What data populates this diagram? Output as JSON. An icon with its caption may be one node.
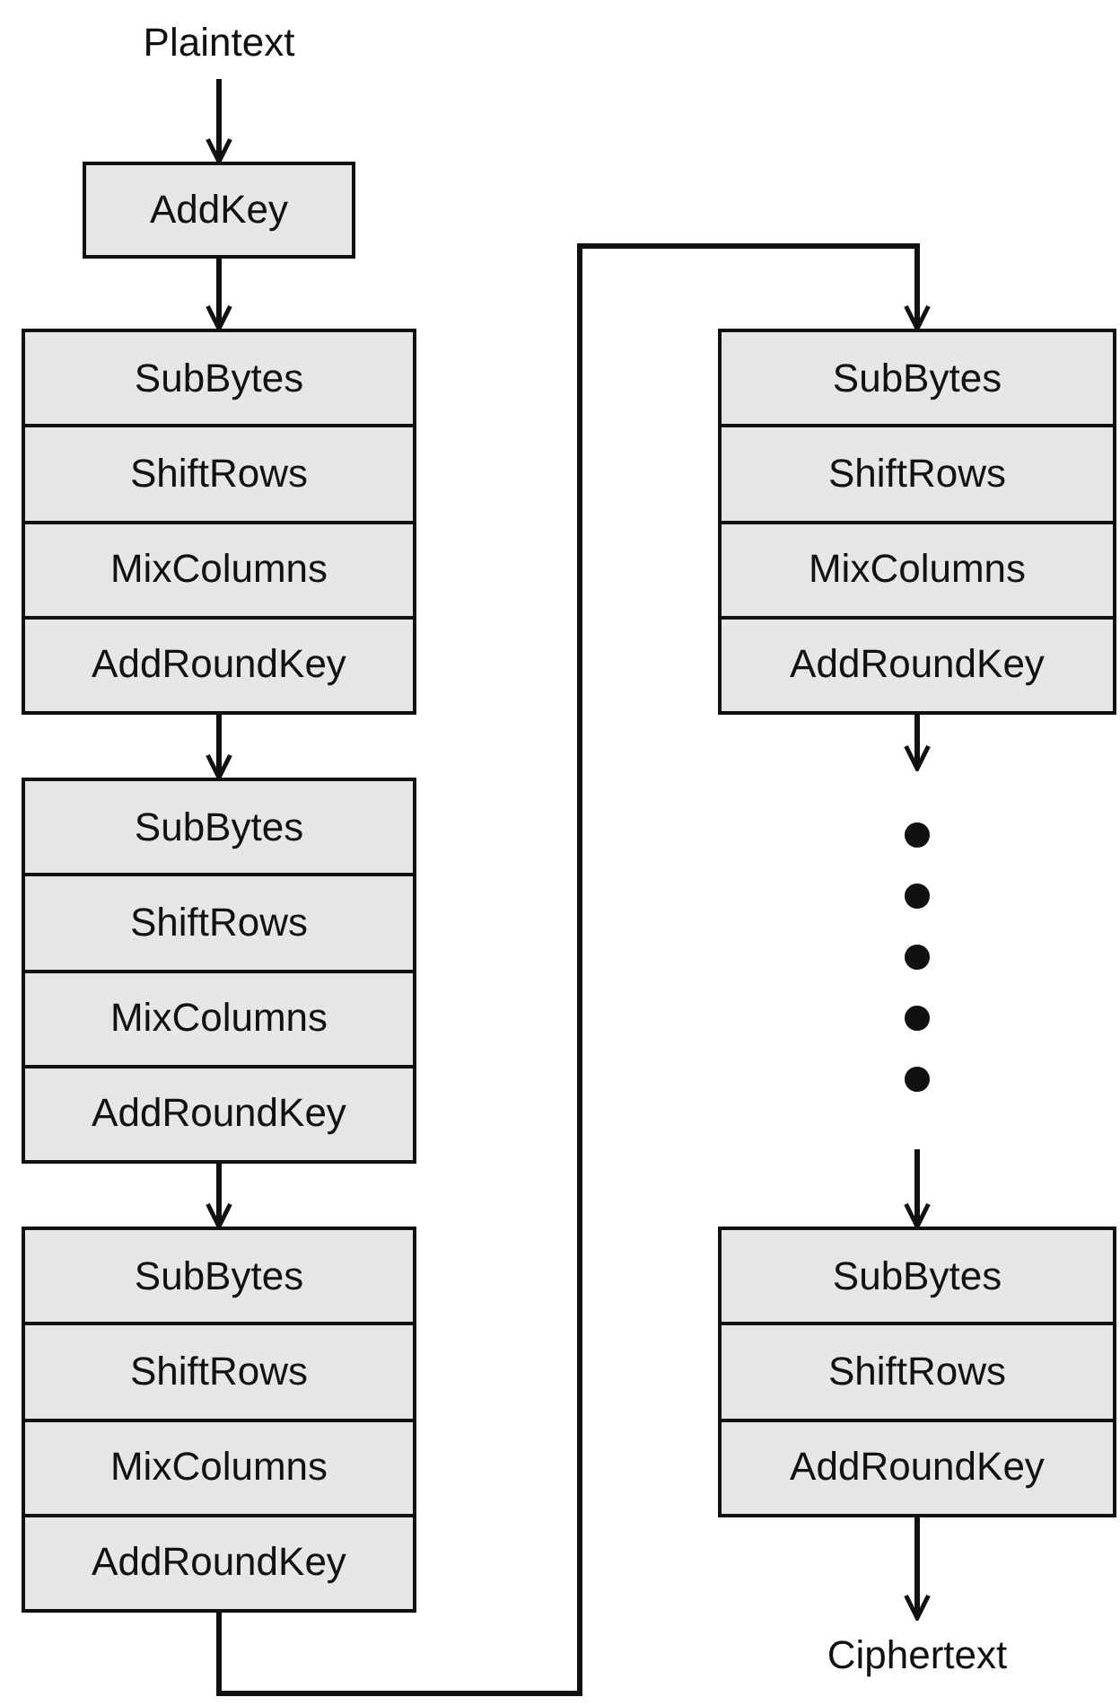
{
  "diagram": {
    "nodes": [
      {
        "text": [
          "Plaintext"
        ]
      },
      {
        "text": [
          "AddKey"
        ]
      },
      {
        "text": [
          "SubBytes",
          "ShiftRows",
          "MixColumns",
          "AddRoundKey"
        ]
      },
      {
        "text": [
          "SubBytes",
          "ShiftRows",
          "MixColumns",
          "AddRoundKey"
        ]
      },
      {
        "text": [
          "SubBytes",
          "ShiftRows",
          "MixColumns",
          "AddRoundKey"
        ]
      },
      {
        "text": [
          "SubBytes",
          "ShiftRows",
          "MixColumns",
          "AddRoundKey"
        ]
      },
      {
        "text": [
          "SubBytes",
          "ShiftRows",
          "AddRoundKey"
        ]
      },
      {
        "text": [
          "Ciphertext"
        ]
      }
    ],
    "edges": [
      {
        "from": 0,
        "to": 1,
        "arrow": "to"
      },
      {
        "from": 1,
        "to": 2,
        "arrow": "to"
      },
      {
        "from": 2,
        "to": 3,
        "arrow": "to"
      },
      {
        "from": 3,
        "to": 4,
        "arrow": "to"
      },
      {
        "from": 4,
        "to": 5,
        "arrow": "to"
      },
      {
        "from": 5,
        "to": null,
        "arrow": "to"
      },
      {
        "from": null,
        "to": 6,
        "arrow": "to"
      },
      {
        "from": 6,
        "to": 7,
        "arrow": "to"
      }
    ]
  }
}
